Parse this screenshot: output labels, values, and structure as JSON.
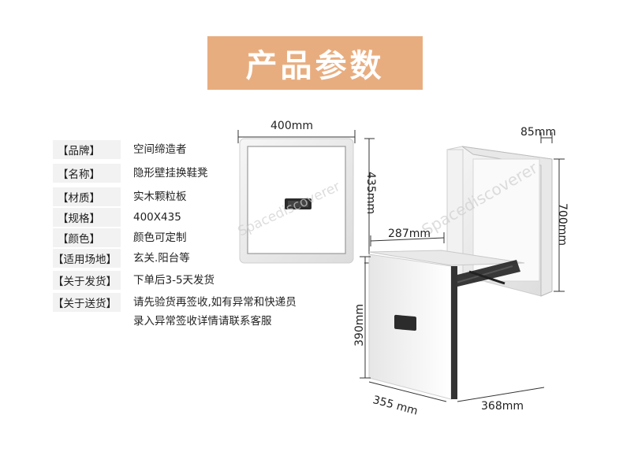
{
  "banner": {
    "title": "产品参数"
  },
  "specs": [
    {
      "key": "【品牌】",
      "value": "空间缔造者"
    },
    {
      "key": "【名称】",
      "value": "隐形壁挂换鞋凳"
    },
    {
      "key": "【材质】",
      "value": "实木颗粒板"
    },
    {
      "key": "【规格】",
      "value": "400X435"
    },
    {
      "key": "【颜色】",
      "value": "颜色可定制"
    },
    {
      "key": "【适用场地】",
      "value": "玄关.阳台等"
    },
    {
      "key": "【关于发货】",
      "value": "下单后3-5天发货"
    },
    {
      "key": "【关于送货】",
      "value": "请先验货再签收,如有异常和快递员",
      "value2": "录入异常签收详情请联系客服"
    }
  ],
  "dimensions": {
    "front_width": "400mm",
    "front_height": "435mm",
    "depth_top": "85mm",
    "height_total": "700mm",
    "seat_depth": "287mm",
    "seat_height": "390mm",
    "bottom_depth": "355 mm",
    "bottom_width": "368mm"
  },
  "watermark": "Spacediscoverer",
  "colors": {
    "banner": "#e8ad7f",
    "panel": "#ffffff",
    "frame": "#d9d9d9",
    "handle": "#2b2b2b"
  }
}
